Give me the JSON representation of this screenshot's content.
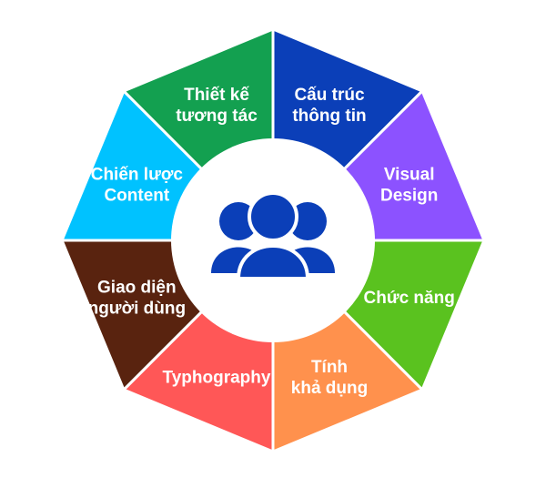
{
  "diagram": {
    "segments": [
      {
        "lines": [
          "Cấu trúc",
          "thông tin"
        ],
        "color": "#0b3fb8"
      },
      {
        "lines": [
          "Visual",
          "Design"
        ],
        "color": "#8c52ff"
      },
      {
        "lines": [
          "Chức năng"
        ],
        "color": "#5ac21f"
      },
      {
        "lines": [
          "Tính",
          "khả dụng"
        ],
        "color": "#ff914d"
      },
      {
        "lines": [
          "Typhography"
        ],
        "color": "#ff5757"
      },
      {
        "lines": [
          "Giao diện",
          "người dùng"
        ],
        "color": "#59230f"
      },
      {
        "lines": [
          "Chiến lược",
          "Content"
        ],
        "color": "#00c2ff"
      },
      {
        "lines": [
          "Thiết kế",
          "tương tác"
        ],
        "color": "#13a050"
      }
    ],
    "center_icon": "users-group-icon",
    "icon_color": "#0b3fb8",
    "center_color": "#ffffff",
    "divider_color": "#ffffff"
  }
}
